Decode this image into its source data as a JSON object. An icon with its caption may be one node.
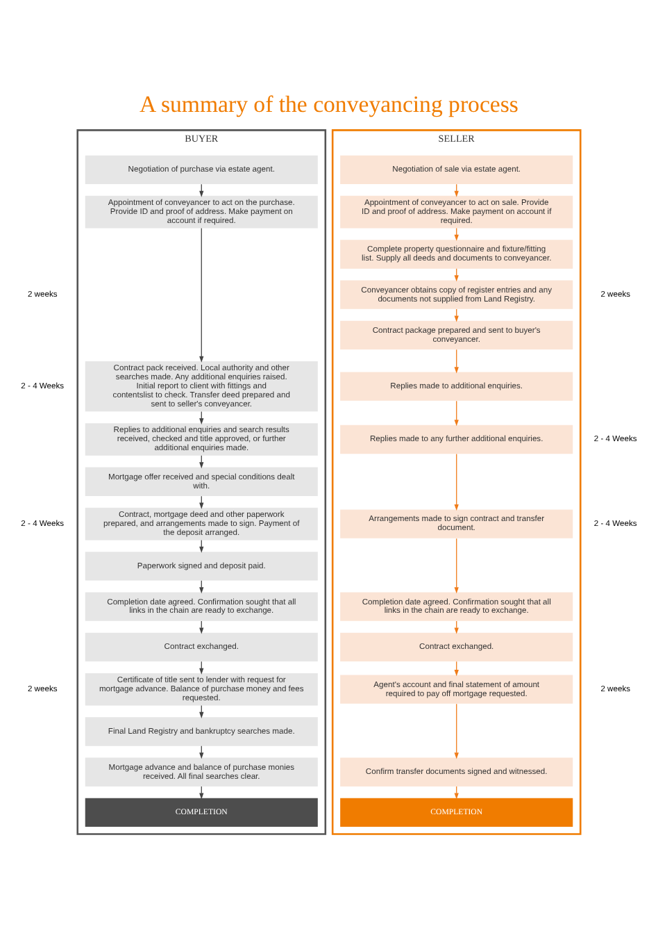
{
  "diagram": {
    "title": "A summary of the conveyancing process",
    "nodes": [
      {
        "text": [
          "BUYER"
        ]
      },
      {
        "text": [
          "SELLER"
        ]
      },
      {
        "text": [
          "Negotiation of purchase via estate agent."
        ],
        "in": 0
      },
      {
        "text": [
          "Appointment of conveyancer to act on the purchase. Provide ID and proof of address. Make payment on account if required."
        ],
        "in": 0
      },
      {
        "text": [
          "Contract pack received. Local authority and other searches made. Any additional enquiries raised. Initial report to client with fittings and contentslist to check. Transfer deed prepared and sent to seller's conveyancer."
        ],
        "in": 0
      },
      {
        "text": [
          "Replies to additional enquiries and search results received, checked and title approved, or further additional enquiries made."
        ],
        "in": 0
      },
      {
        "text": [
          "Mortgage offer received and special conditions dealt with."
        ],
        "in": 0
      },
      {
        "text": [
          "Contract, mortgage deed and other paperwork prepared, and arrangements made to sign. Payment of the deposit arranged."
        ],
        "in": 0
      },
      {
        "text": [
          "Paperwork signed and deposit paid."
        ],
        "in": 0
      },
      {
        "text": [
          "Completion date agreed. Confirmation sought that all links in the chain are ready to exchange."
        ],
        "in": 0
      },
      {
        "text": [
          "Contract exchanged."
        ],
        "in": 0
      },
      {
        "text": [
          "Certificate of title sent to lender with request for mortgage advance. Balance of purchase money and fees requested."
        ],
        "in": 0
      },
      {
        "text": [
          "Final Land Registry and bankruptcy searches made."
        ],
        "in": 0
      },
      {
        "text": [
          "Mortgage advance and balance of purchase monies received. All final searches clear."
        ],
        "in": 0
      },
      {
        "text": [
          "COMPLETION"
        ],
        "in": 0
      },
      {
        "text": [
          "Negotiation of sale via estate agent."
        ],
        "in": 1
      },
      {
        "text": [
          "Appointment of conveyancer to act on sale. Provide ID and proof of address. Make payment on account if required."
        ],
        "in": 1
      },
      {
        "text": [
          "Complete property questionnaire and fixture/fitting list. Supply all deeds and documents to conveyancer."
        ],
        "in": 1
      },
      {
        "text": [
          "Conveyancer obtains copy of register entries and any documents not supplied from Land Registry."
        ],
        "in": 1
      },
      {
        "text": [
          "Contract package prepared and sent to buyer's conveyancer."
        ],
        "in": 1
      },
      {
        "text": [
          "Replies made to additional enquiries."
        ],
        "in": 1
      },
      {
        "text": [
          "Replies made to any further additional enquiries."
        ],
        "in": 1
      },
      {
        "text": [
          "Arrangements made to sign contract and transfer document."
        ],
        "in": 1
      },
      {
        "text": [
          "Completion date agreed. Confirmation sought that all links in the chain are ready to exchange."
        ],
        "in": 1
      },
      {
        "text": [
          "Contract exchanged."
        ],
        "in": 1
      },
      {
        "text": [
          "Agent's account and final statement of amount required to pay off mortgage requested."
        ],
        "in": 1
      },
      {
        "text": [
          "Confirm transfer documents signed and witnessed."
        ],
        "in": 1
      },
      {
        "text": [
          "COMPLETION"
        ],
        "in": 1
      }
    ],
    "edges": [
      {
        "from": 2,
        "to": 3,
        "arrow": "to",
        "color": "#444444"
      },
      {
        "from": 3,
        "to": 4,
        "arrow": "to",
        "color": "#444444"
      },
      {
        "from": 4,
        "to": 5,
        "arrow": "to",
        "color": "#444444"
      },
      {
        "from": 5,
        "to": 6,
        "arrow": "to",
        "color": "#444444"
      },
      {
        "from": 6,
        "to": 7,
        "arrow": "to",
        "color": "#444444"
      },
      {
        "from": 7,
        "to": 8,
        "arrow": "to",
        "color": "#444444"
      },
      {
        "from": 8,
        "to": 9,
        "arrow": "to",
        "color": "#444444"
      },
      {
        "from": 9,
        "to": 10,
        "arrow": "to",
        "color": "#444444"
      },
      {
        "from": 10,
        "to": 11,
        "arrow": "to",
        "color": "#444444"
      },
      {
        "from": 11,
        "to": 12,
        "arrow": "to",
        "color": "#444444"
      },
      {
        "from": 12,
        "to": 13,
        "arrow": "to",
        "color": "#444444"
      },
      {
        "from": 13,
        "to": 14,
        "arrow": "to",
        "color": "#444444"
      },
      {
        "from": 15,
        "to": 16,
        "arrow": "to",
        "color": "#f07c1a"
      },
      {
        "from": 16,
        "to": 17,
        "arrow": "to",
        "color": "#f07c1a"
      },
      {
        "from": 17,
        "to": 18,
        "arrow": "to",
        "color": "#f07c1a"
      },
      {
        "from": 18,
        "to": 19,
        "arrow": "to",
        "color": "#f07c1a"
      },
      {
        "from": 19,
        "to": 20,
        "arrow": "to",
        "color": "#f07c1a"
      },
      {
        "from": 20,
        "to": 21,
        "arrow": "to",
        "color": "#f07c1a"
      },
      {
        "from": 21,
        "to": 22,
        "arrow": "to",
        "color": "#f07c1a"
      },
      {
        "from": 22,
        "to": 23,
        "arrow": "to",
        "color": "#f07c1a"
      },
      {
        "from": 23,
        "to": 24,
        "arrow": "to",
        "color": "#f07c1a"
      },
      {
        "from": 24,
        "to": 25,
        "arrow": "to",
        "color": "#f07c1a"
      },
      {
        "from": 25,
        "to": 26,
        "arrow": "to",
        "color": "#f07c1a"
      },
      {
        "from": 26,
        "to": 27,
        "arrow": "to",
        "color": "#f07c1a"
      }
    ],
    "labels": [
      "2 weeks",
      "2 weeks",
      "2 - 4 Weeks",
      "2 - 4 Weeks",
      "2 - 4 Weeks",
      "2 - 4 Weeks",
      "2 weeks",
      "2 weeks"
    ]
  }
}
